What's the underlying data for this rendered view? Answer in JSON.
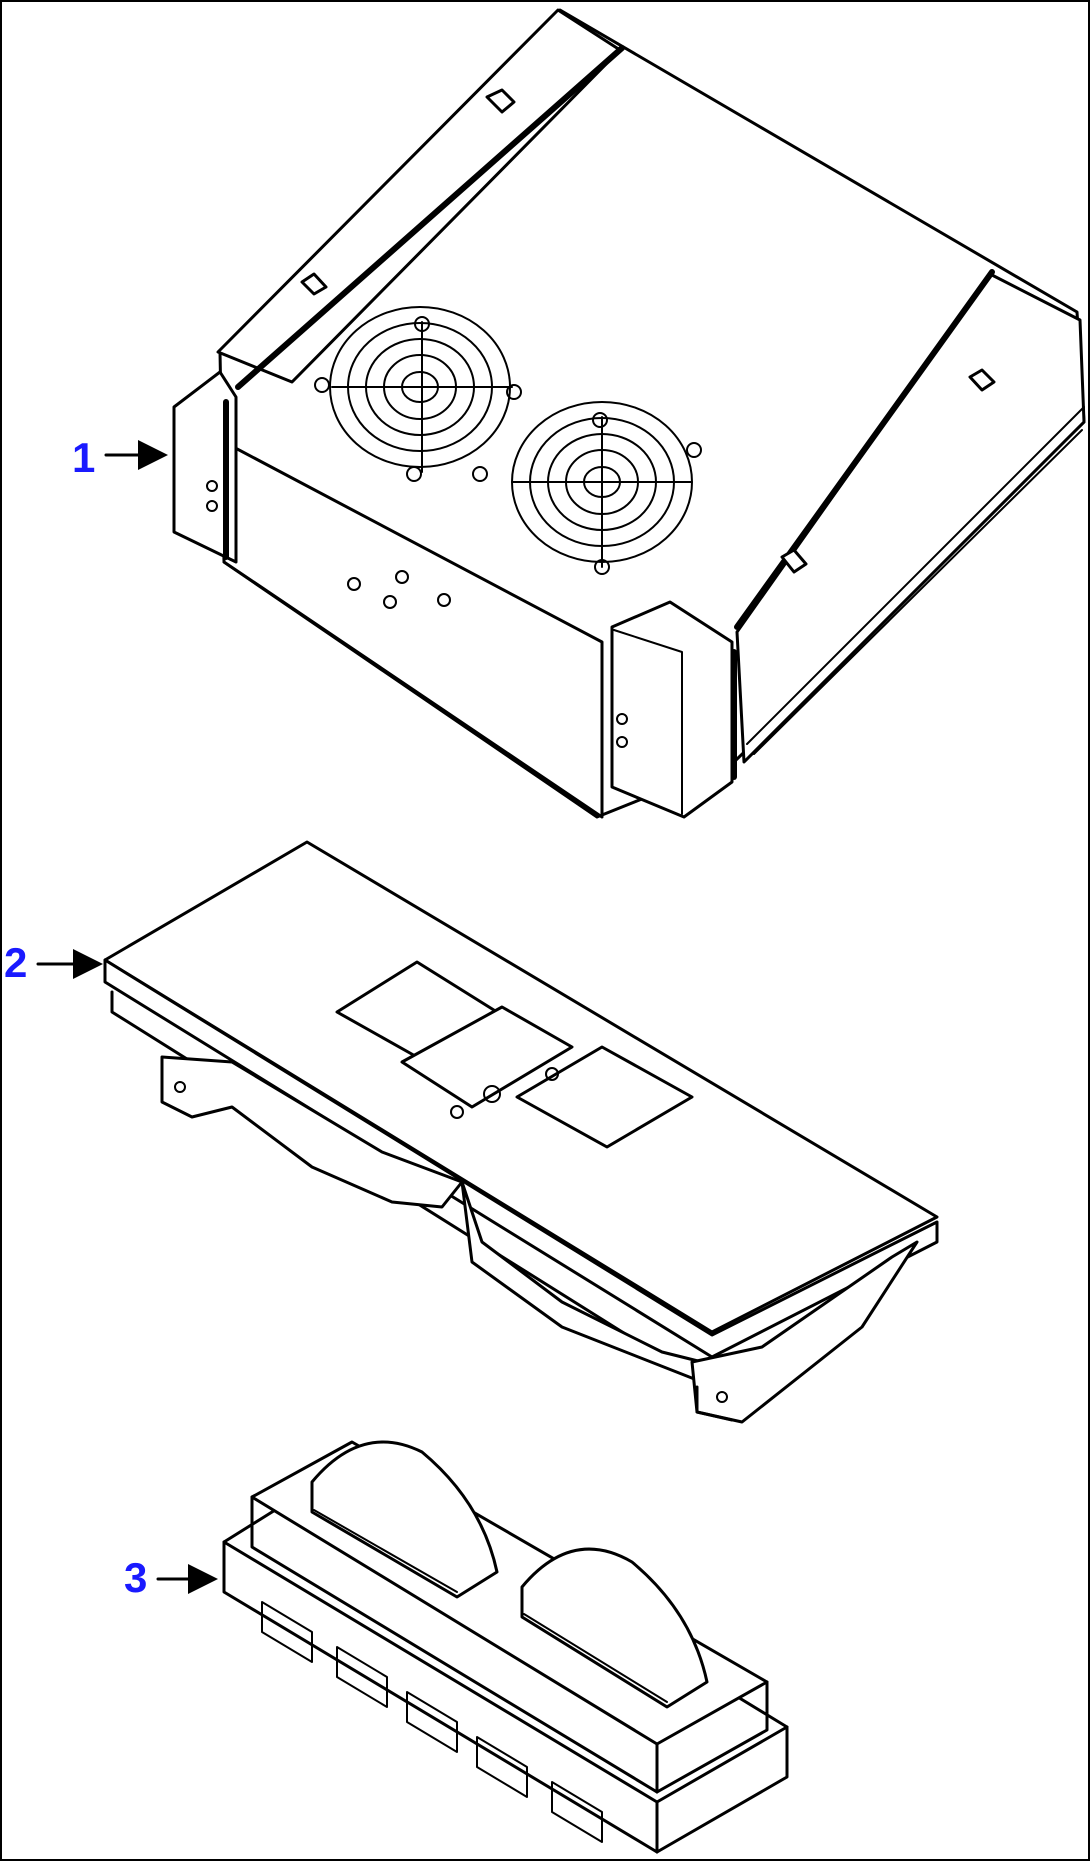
{
  "callouts": [
    {
      "label": "1"
    },
    {
      "label": "2"
    },
    {
      "label": "3"
    }
  ],
  "colors": {
    "callout_text": "#1a1aff",
    "line": "#000000",
    "background": "#ffffff"
  }
}
